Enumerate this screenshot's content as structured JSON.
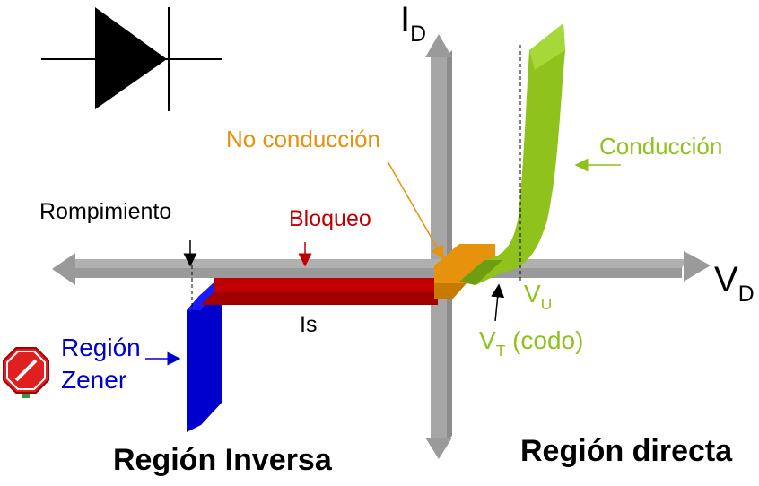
{
  "axes": {
    "y_label_main": "I",
    "y_label_sub": "D",
    "x_label_main": "V",
    "x_label_sub": "D"
  },
  "labels": {
    "no_conduccion": "No conducción",
    "conduccion": "Conducción",
    "rompimiento": "Rompimiento",
    "bloqueo": "Bloqueo",
    "is": "Is",
    "vu_main": "V",
    "vu_sub": "U",
    "vt_main": "V",
    "vt_sub": "T",
    "vt_suffix": " (codo)",
    "region_zener_line1": "Región",
    "region_zener_line2": "Zener",
    "region_inversa": "Región Inversa",
    "region_directa": "Región directa"
  },
  "colors": {
    "axis": "#a6a6a6",
    "orange": "#e6920c",
    "green": "#8fc21c",
    "red": "#c00000",
    "blue": "#0000cc",
    "text": "#000000",
    "stop_sign": "#e02020"
  },
  "icons": [
    "diode-symbol-icon",
    "stop-sign-icon"
  ]
}
